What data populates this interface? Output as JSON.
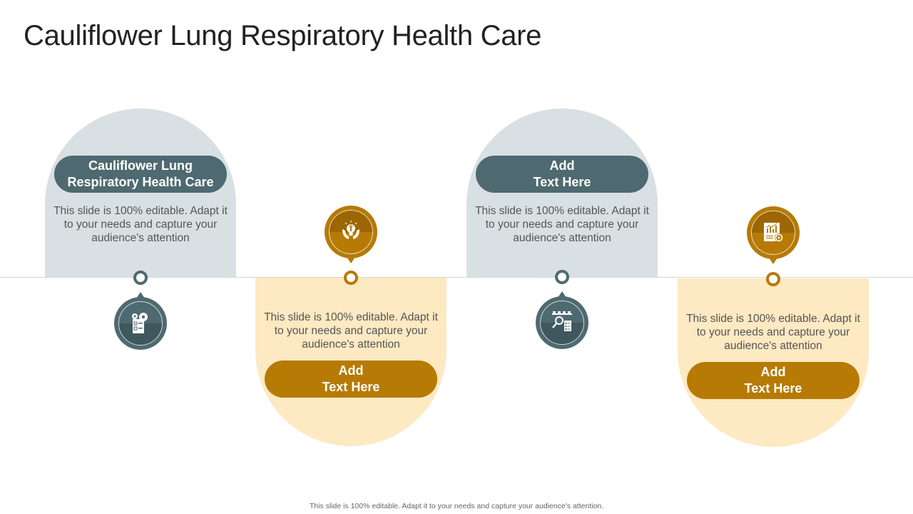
{
  "slide": {
    "title": "Cauliflower Lung Respiratory Health Care",
    "footer": "This slide is 100% editable.  Adapt it to your needs and capture your audience's attention."
  },
  "colors": {
    "slate": "#4e6a70",
    "slate_light": "#d9e0e3",
    "gold": "#b67a05",
    "gold_light": "#fde9c2",
    "text": "#555555"
  },
  "steps": [
    {
      "heading_line1": "Cauliflower Lung",
      "heading_line2": "Respiratory Health Care",
      "description": "This slide is 100% editable. Adapt it to your needs and capture your audience's attention",
      "icon": "gears-checklist-icon",
      "position": "above",
      "color": "slate"
    },
    {
      "heading_line1": "Add",
      "heading_line2": "Text Here",
      "description": "This slide is 100% editable. Adapt it to your needs and capture your audience's attention",
      "icon": "lightbulb-hands-icon",
      "position": "below",
      "color": "gold"
    },
    {
      "heading_line1": "Add",
      "heading_line2": "Text Here",
      "description": "This slide is 100% editable. Adapt it to your needs and capture your audience's attention",
      "icon": "search-list-icon",
      "position": "above",
      "color": "slate"
    },
    {
      "heading_line1": "Add",
      "heading_line2": "Text Here",
      "description": "This slide is 100% editable. Adapt it to your needs and capture your audience's attention",
      "icon": "chart-report-gear-icon",
      "position": "below",
      "color": "gold"
    }
  ]
}
